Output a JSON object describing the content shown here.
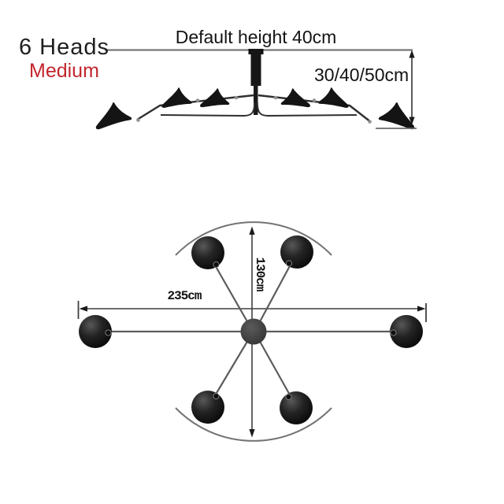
{
  "header": {
    "heads_label": "6 Heads",
    "variant_label": "Medium",
    "variant_color": "#c3262d"
  },
  "side_view": {
    "default_height_label": "Default height 40cm",
    "drop_height_options_label": "30/40/50cm"
  },
  "top_view": {
    "width_label": "235cm",
    "depth_label": "130cm"
  },
  "colors": {
    "background": "#ffffff",
    "text": "#1c1c1c",
    "lamp_black": "#141414",
    "line_gray": "#6e6e6e",
    "dimension_line": "#4a4a4a",
    "accent_red": "#c3262d"
  }
}
